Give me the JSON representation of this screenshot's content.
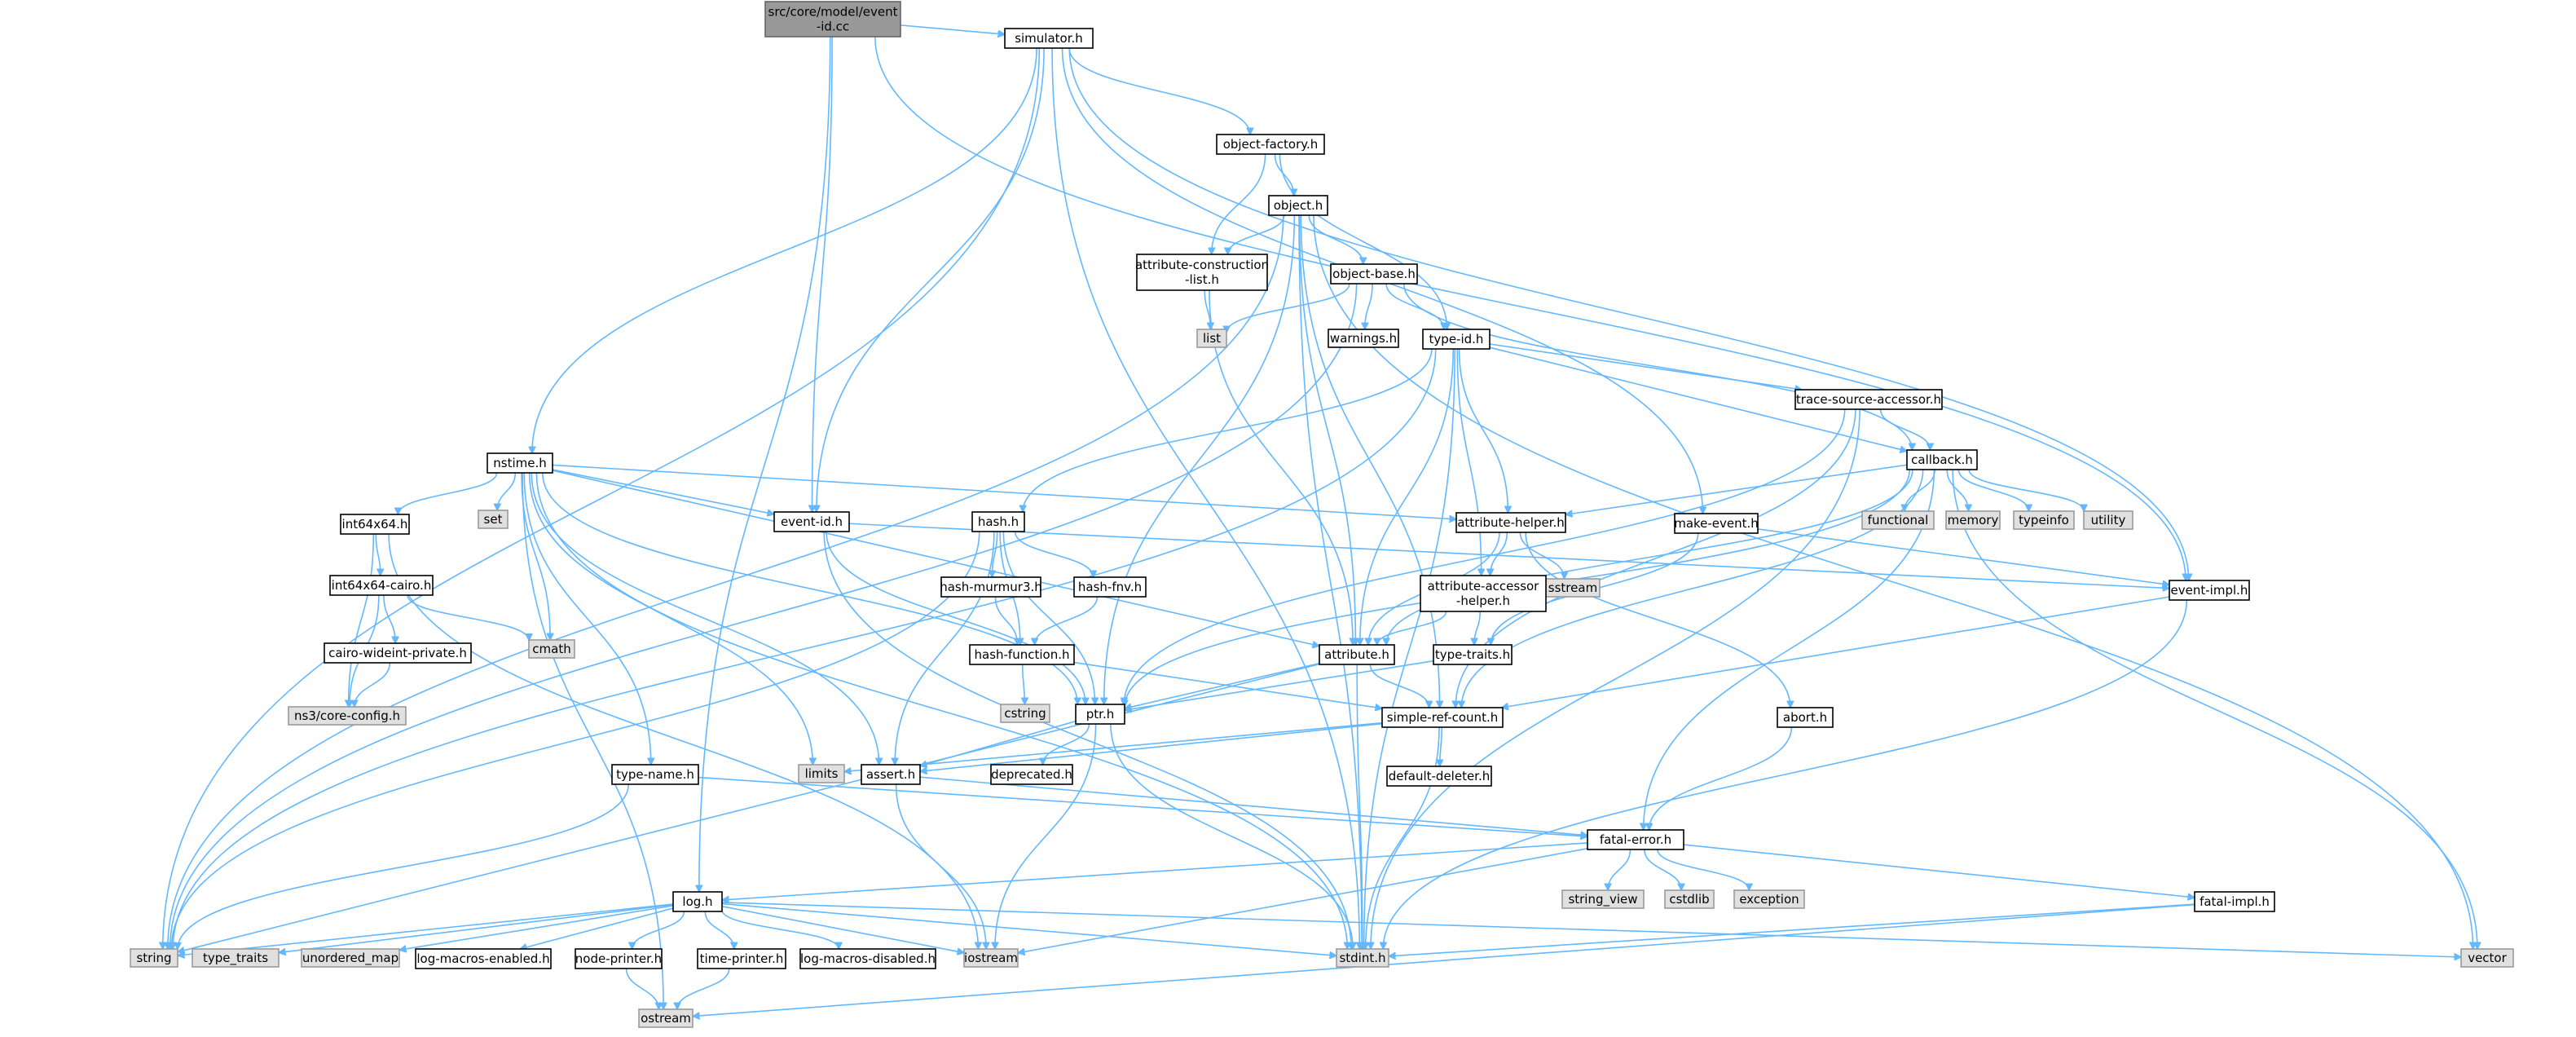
{
  "colors": {
    "edge": "#63b8ff",
    "root_fill": "#999999",
    "root_border": "#666666",
    "header_fill": "#ffffff",
    "header_border": "#000000",
    "system_fill": "#e0e0e0",
    "system_border": "#999999"
  },
  "nodes": [
    {
      "id": "root",
      "lines": [
        "src/core/model/event",
        "-id.cc"
      ],
      "kind": "root"
    },
    {
      "id": "simulator",
      "lines": [
        "simulator.h"
      ],
      "kind": "header"
    },
    {
      "id": "object_factory",
      "lines": [
        "object-factory.h"
      ],
      "kind": "header"
    },
    {
      "id": "object",
      "lines": [
        "object.h"
      ],
      "kind": "header"
    },
    {
      "id": "attr_constr",
      "lines": [
        "attribute-construction",
        "-list.h"
      ],
      "kind": "header"
    },
    {
      "id": "object_base",
      "lines": [
        "object-base.h"
      ],
      "kind": "header"
    },
    {
      "id": "list",
      "lines": [
        "list"
      ],
      "kind": "system"
    },
    {
      "id": "warnings",
      "lines": [
        "warnings.h"
      ],
      "kind": "header"
    },
    {
      "id": "type_id",
      "lines": [
        "type-id.h"
      ],
      "kind": "header"
    },
    {
      "id": "trace_src",
      "lines": [
        "trace-source-accessor.h"
      ],
      "kind": "header"
    },
    {
      "id": "callback",
      "lines": [
        "callback.h"
      ],
      "kind": "header"
    },
    {
      "id": "functional",
      "lines": [
        "functional"
      ],
      "kind": "system"
    },
    {
      "id": "memory",
      "lines": [
        "memory"
      ],
      "kind": "system"
    },
    {
      "id": "typeinfo",
      "lines": [
        "typeinfo"
      ],
      "kind": "system"
    },
    {
      "id": "utility",
      "lines": [
        "utility"
      ],
      "kind": "system"
    },
    {
      "id": "nstime",
      "lines": [
        "nstime.h"
      ],
      "kind": "header"
    },
    {
      "id": "int64x64",
      "lines": [
        "int64x64.h"
      ],
      "kind": "header"
    },
    {
      "id": "set",
      "lines": [
        "set"
      ],
      "kind": "system"
    },
    {
      "id": "event_id",
      "lines": [
        "event-id.h"
      ],
      "kind": "header"
    },
    {
      "id": "hash",
      "lines": [
        "hash.h"
      ],
      "kind": "header"
    },
    {
      "id": "attr_helper",
      "lines": [
        "attribute-helper.h"
      ],
      "kind": "header"
    },
    {
      "id": "sstream",
      "lines": [
        "sstream"
      ],
      "kind": "system"
    },
    {
      "id": "make_event",
      "lines": [
        "make-event.h"
      ],
      "kind": "header"
    },
    {
      "id": "event_impl",
      "lines": [
        "event-impl.h"
      ],
      "kind": "header"
    },
    {
      "id": "int64x64_cairo",
      "lines": [
        "int64x64-cairo.h"
      ],
      "kind": "header"
    },
    {
      "id": "cmath",
      "lines": [
        "cmath"
      ],
      "kind": "system"
    },
    {
      "id": "hash_murmur3",
      "lines": [
        "hash-murmur3.h"
      ],
      "kind": "header"
    },
    {
      "id": "hash_fnv",
      "lines": [
        "hash-fnv.h"
      ],
      "kind": "header"
    },
    {
      "id": "attr_accessor",
      "lines": [
        "attribute-accessor",
        "-helper.h"
      ],
      "kind": "header"
    },
    {
      "id": "cairo_wideint",
      "lines": [
        "cairo-wideint-private.h"
      ],
      "kind": "header"
    },
    {
      "id": "ns3_core_config",
      "lines": [
        "ns3/core-config.h"
      ],
      "kind": "system"
    },
    {
      "id": "hash_function",
      "lines": [
        "hash-function.h"
      ],
      "kind": "header"
    },
    {
      "id": "attribute",
      "lines": [
        "attribute.h"
      ],
      "kind": "header"
    },
    {
      "id": "type_traits_h",
      "lines": [
        "type-traits.h"
      ],
      "kind": "header"
    },
    {
      "id": "cstring",
      "lines": [
        "cstring"
      ],
      "kind": "system"
    },
    {
      "id": "ptr",
      "lines": [
        "ptr.h"
      ],
      "kind": "header"
    },
    {
      "id": "simple_ref",
      "lines": [
        "simple-ref-count.h"
      ],
      "kind": "header"
    },
    {
      "id": "abort",
      "lines": [
        "abort.h"
      ],
      "kind": "header"
    },
    {
      "id": "type_name",
      "lines": [
        "type-name.h"
      ],
      "kind": "header"
    },
    {
      "id": "limits",
      "lines": [
        "limits"
      ],
      "kind": "system"
    },
    {
      "id": "assert",
      "lines": [
        "assert.h"
      ],
      "kind": "header"
    },
    {
      "id": "deprecated",
      "lines": [
        "deprecated.h"
      ],
      "kind": "header"
    },
    {
      "id": "default_deleter",
      "lines": [
        "default-deleter.h"
      ],
      "kind": "header"
    },
    {
      "id": "fatal_error",
      "lines": [
        "fatal-error.h"
      ],
      "kind": "header"
    },
    {
      "id": "string_view",
      "lines": [
        "string_view"
      ],
      "kind": "system"
    },
    {
      "id": "cstdlib",
      "lines": [
        "cstdlib"
      ],
      "kind": "system"
    },
    {
      "id": "exception",
      "lines": [
        "exception"
      ],
      "kind": "system"
    },
    {
      "id": "log",
      "lines": [
        "log.h"
      ],
      "kind": "header"
    },
    {
      "id": "fatal_impl",
      "lines": [
        "fatal-impl.h"
      ],
      "kind": "header"
    },
    {
      "id": "string",
      "lines": [
        "string"
      ],
      "kind": "system"
    },
    {
      "id": "type_traits",
      "lines": [
        "type_traits"
      ],
      "kind": "system"
    },
    {
      "id": "unordered_map",
      "lines": [
        "unordered_map"
      ],
      "kind": "system"
    },
    {
      "id": "log_macros_enabled",
      "lines": [
        "log-macros-enabled.h"
      ],
      "kind": "header"
    },
    {
      "id": "node_printer",
      "lines": [
        "node-printer.h"
      ],
      "kind": "header"
    },
    {
      "id": "time_printer",
      "lines": [
        "time-printer.h"
      ],
      "kind": "header"
    },
    {
      "id": "log_macros_disabled",
      "lines": [
        "log-macros-disabled.h"
      ],
      "kind": "header"
    },
    {
      "id": "iostream",
      "lines": [
        "iostream"
      ],
      "kind": "system"
    },
    {
      "id": "stdint",
      "lines": [
        "stdint.h"
      ],
      "kind": "system"
    },
    {
      "id": "vector",
      "lines": [
        "vector"
      ],
      "kind": "system"
    },
    {
      "id": "ostream",
      "lines": [
        "ostream"
      ],
      "kind": "system"
    }
  ],
  "edges": [
    [
      "root",
      "simulator"
    ],
    [
      "root",
      "event_id"
    ],
    [
      "root",
      "log"
    ],
    [
      "root",
      "event_impl"
    ],
    [
      "simulator",
      "object_factory"
    ],
    [
      "simulator",
      "nstime"
    ],
    [
      "simulator",
      "event_id"
    ],
    [
      "simulator",
      "make_event"
    ],
    [
      "simulator",
      "event_impl"
    ],
    [
      "simulator",
      "string"
    ],
    [
      "simulator",
      "stdint"
    ],
    [
      "object_factory",
      "object"
    ],
    [
      "object_factory",
      "attr_constr"
    ],
    [
      "object_factory",
      "type_id"
    ],
    [
      "object",
      "attr_constr"
    ],
    [
      "object",
      "object_base"
    ],
    [
      "object",
      "attribute"
    ],
    [
      "object",
      "ptr"
    ],
    [
      "object",
      "simple_ref"
    ],
    [
      "object",
      "string"
    ],
    [
      "object",
      "stdint"
    ],
    [
      "object",
      "vector"
    ],
    [
      "attr_constr",
      "attribute"
    ],
    [
      "attr_constr",
      "list"
    ],
    [
      "object_base",
      "type_id"
    ],
    [
      "object_base",
      "warnings"
    ],
    [
      "object_base",
      "callback"
    ],
    [
      "object_base",
      "list"
    ],
    [
      "object_base",
      "string"
    ],
    [
      "type_id",
      "trace_src"
    ],
    [
      "type_id",
      "callback"
    ],
    [
      "type_id",
      "hash"
    ],
    [
      "type_id",
      "attr_helper"
    ],
    [
      "type_id",
      "attr_accessor"
    ],
    [
      "type_id",
      "attribute"
    ],
    [
      "type_id",
      "string"
    ],
    [
      "type_id",
      "stdint"
    ],
    [
      "trace_src",
      "callback"
    ],
    [
      "trace_src",
      "ptr"
    ],
    [
      "trace_src",
      "simple_ref"
    ],
    [
      "trace_src",
      "stdint"
    ],
    [
      "callback",
      "attr_helper"
    ],
    [
      "callback",
      "functional"
    ],
    [
      "callback",
      "memory"
    ],
    [
      "callback",
      "typeinfo"
    ],
    [
      "callback",
      "utility"
    ],
    [
      "callback",
      "vector"
    ],
    [
      "callback",
      "attribute"
    ],
    [
      "callback",
      "ptr"
    ],
    [
      "callback",
      "simple_ref"
    ],
    [
      "callback",
      "fatal_error"
    ],
    [
      "nstime",
      "int64x64"
    ],
    [
      "nstime",
      "set"
    ],
    [
      "nstime",
      "event_id"
    ],
    [
      "nstime",
      "attr_helper"
    ],
    [
      "nstime",
      "cmath"
    ],
    [
      "nstime",
      "type_name"
    ],
    [
      "nstime",
      "limits"
    ],
    [
      "nstime",
      "assert"
    ],
    [
      "nstime",
      "attribute"
    ],
    [
      "nstime",
      "ptr"
    ],
    [
      "nstime",
      "ostream"
    ],
    [
      "nstime",
      "stdint"
    ],
    [
      "int64x64",
      "int64x64_cairo"
    ],
    [
      "int64x64",
      "ns3_core_config"
    ],
    [
      "int64x64",
      "iostream"
    ],
    [
      "int64x64_cairo",
      "cairo_wideint"
    ],
    [
      "int64x64_cairo",
      "cmath"
    ],
    [
      "int64x64_cairo",
      "ns3_core_config"
    ],
    [
      "cairo_wideint",
      "ns3_core_config"
    ],
    [
      "event_id",
      "event_impl"
    ],
    [
      "event_id",
      "ptr"
    ],
    [
      "event_id",
      "stdint"
    ],
    [
      "hash",
      "hash_murmur3"
    ],
    [
      "hash",
      "hash_fnv"
    ],
    [
      "hash",
      "hash_function"
    ],
    [
      "hash",
      "assert"
    ],
    [
      "hash",
      "ptr"
    ],
    [
      "hash",
      "string"
    ],
    [
      "hash_murmur3",
      "hash_function"
    ],
    [
      "hash_fnv",
      "hash_function"
    ],
    [
      "hash_function",
      "cstring"
    ],
    [
      "hash_function",
      "simple_ref"
    ],
    [
      "attr_helper",
      "attr_accessor"
    ],
    [
      "attr_helper",
      "sstream"
    ],
    [
      "attr_helper",
      "abort"
    ],
    [
      "attr_helper",
      "attribute"
    ],
    [
      "attr_accessor",
      "attribute"
    ],
    [
      "attr_accessor",
      "type_traits_h"
    ],
    [
      "make_event",
      "event_impl"
    ],
    [
      "make_event",
      "type_traits_h"
    ],
    [
      "event_impl",
      "simple_ref"
    ],
    [
      "event_impl",
      "stdint"
    ],
    [
      "attribute",
      "ptr"
    ],
    [
      "attribute",
      "simple_ref"
    ],
    [
      "attribute",
      "string"
    ],
    [
      "attribute",
      "stdint"
    ],
    [
      "type_traits_h",
      "ptr"
    ],
    [
      "ptr",
      "assert"
    ],
    [
      "ptr",
      "deprecated"
    ],
    [
      "ptr",
      "iostream"
    ],
    [
      "ptr",
      "stdint"
    ],
    [
      "simple_ref",
      "assert"
    ],
    [
      "simple_ref",
      "default_deleter"
    ],
    [
      "simple_ref",
      "limits"
    ],
    [
      "simple_ref",
      "stdint"
    ],
    [
      "abort",
      "fatal_error"
    ],
    [
      "type_name",
      "fatal_error"
    ],
    [
      "type_name",
      "string"
    ],
    [
      "assert",
      "fatal_error"
    ],
    [
      "assert",
      "iostream"
    ],
    [
      "fatal_error",
      "string_view"
    ],
    [
      "fatal_error",
      "cstdlib"
    ],
    [
      "fatal_error",
      "exception"
    ],
    [
      "fatal_error",
      "log"
    ],
    [
      "fatal_error",
      "fatal_impl"
    ],
    [
      "fatal_error",
      "iostream"
    ],
    [
      "fatal_impl",
      "stdint"
    ],
    [
      "fatal_impl",
      "ostream"
    ],
    [
      "log",
      "string"
    ],
    [
      "log",
      "type_traits"
    ],
    [
      "log",
      "unordered_map"
    ],
    [
      "log",
      "log_macros_enabled"
    ],
    [
      "log",
      "node_printer"
    ],
    [
      "log",
      "time_printer"
    ],
    [
      "log",
      "log_macros_disabled"
    ],
    [
      "log",
      "iostream"
    ],
    [
      "log",
      "stdint"
    ],
    [
      "log",
      "vector"
    ],
    [
      "node_printer",
      "ostream"
    ],
    [
      "time_printer",
      "ostream"
    ]
  ]
}
